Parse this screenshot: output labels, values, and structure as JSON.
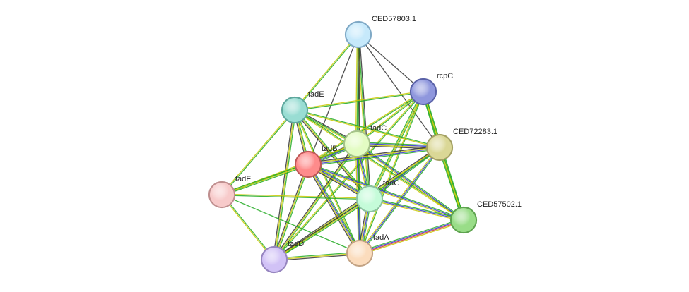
{
  "network": {
    "nodes": [
      {
        "id": "CED57803.1",
        "label": "CED57803.1",
        "fill": "#c6e9fb",
        "stroke": "#7fa9c6"
      },
      {
        "id": "rcpC",
        "label": "rcpC",
        "fill": "#8f97dd",
        "stroke": "#5a62a8"
      },
      {
        "id": "tadE",
        "label": "tadE",
        "fill": "#99ddd3",
        "stroke": "#5ea79d"
      },
      {
        "id": "tadC",
        "label": "tadC",
        "fill": "#e3fcc3",
        "stroke": "#a6c38a"
      },
      {
        "id": "CED72283.1",
        "label": "CED72283.1",
        "fill": "#dad796",
        "stroke": "#a3a063"
      },
      {
        "id": "tadB",
        "label": "tadB",
        "fill": "#fe8b8b",
        "stroke": "#c05757"
      },
      {
        "id": "tadF",
        "label": "tadF",
        "fill": "#f7caca",
        "stroke": "#bf8f8f"
      },
      {
        "id": "tadG",
        "label": "tadG",
        "fill": "#c5fbd9",
        "stroke": "#8cc2a0"
      },
      {
        "id": "CED57502.1",
        "label": "CED57502.1",
        "fill": "#99dd88",
        "stroke": "#5ea34f"
      },
      {
        "id": "tadD",
        "label": "tadD",
        "fill": "#d1c2f6",
        "stroke": "#9685bf"
      },
      {
        "id": "tadA",
        "label": "tadA",
        "fill": "#fbdcbd",
        "stroke": "#c3a384"
      }
    ],
    "edges": [
      {
        "from": "CED57803.1",
        "to": "tadE",
        "colors": [
          "#22aa22",
          "#c8c800"
        ]
      },
      {
        "from": "CED57803.1",
        "to": "tadC",
        "colors": [
          "#333333",
          "#22aa22",
          "#c8c800"
        ]
      },
      {
        "from": "CED57803.1",
        "to": "tadB",
        "colors": [
          "#333333"
        ]
      },
      {
        "from": "CED57803.1",
        "to": "tadG",
        "colors": [
          "#333333",
          "#22aa22",
          "#c8c800"
        ]
      },
      {
        "from": "CED57803.1",
        "to": "rcpC",
        "colors": [
          "#333333"
        ]
      },
      {
        "from": "CED57803.1",
        "to": "CED72283.1",
        "colors": [
          "#333333"
        ]
      },
      {
        "from": "CED57803.1",
        "to": "tadA",
        "colors": [
          "#333333",
          "#22aa22"
        ]
      },
      {
        "from": "rcpC",
        "to": "tadE",
        "colors": [
          "#22aa22",
          "#c8c800"
        ]
      },
      {
        "from": "rcpC",
        "to": "tadC",
        "colors": [
          "#22aa22",
          "#c8c800"
        ]
      },
      {
        "from": "rcpC",
        "to": "tadB",
        "colors": [
          "#22aa22",
          "#c8c800"
        ]
      },
      {
        "from": "rcpC",
        "to": "tadG",
        "colors": [
          "#22aa22",
          "#c8c800",
          "#22aa22"
        ]
      },
      {
        "from": "rcpC",
        "to": "CED72283.1",
        "colors": [
          "#22aa22",
          "#c8c800",
          "#22aa22"
        ]
      },
      {
        "from": "rcpC",
        "to": "CED57502.1",
        "colors": [
          "#22aa22",
          "#c8c800",
          "#22aa22"
        ]
      },
      {
        "from": "rcpC",
        "to": "tadD",
        "colors": [
          "#22aa22",
          "#c8c800"
        ]
      },
      {
        "from": "rcpC",
        "to": "tadA",
        "colors": [
          "#22aa22",
          "#c8c800"
        ]
      },
      {
        "from": "tadE",
        "to": "tadC",
        "colors": [
          "#333333",
          "#22aa22",
          "#c8c800"
        ]
      },
      {
        "from": "tadE",
        "to": "tadB",
        "colors": [
          "#22aa22",
          "#c8c800",
          "#333333"
        ]
      },
      {
        "from": "tadE",
        "to": "tadF",
        "colors": [
          "#22aa22",
          "#c8c800"
        ]
      },
      {
        "from": "tadE",
        "to": "tadG",
        "colors": [
          "#22aa22",
          "#c8c800",
          "#333333"
        ]
      },
      {
        "from": "tadE",
        "to": "tadD",
        "colors": [
          "#22aa22",
          "#c8c800",
          "#333333"
        ]
      },
      {
        "from": "tadE",
        "to": "tadA",
        "colors": [
          "#22aa22",
          "#c8c800"
        ]
      },
      {
        "from": "tadE",
        "to": "CED72283.1",
        "colors": [
          "#22aa22",
          "#c8c800"
        ]
      },
      {
        "from": "tadE",
        "to": "CED57502.1",
        "colors": [
          "#22aa22",
          "#c8c800"
        ]
      },
      {
        "from": "tadC",
        "to": "tadB",
        "colors": [
          "#22aa22",
          "#3333cc",
          "#c8c800",
          "#333333"
        ]
      },
      {
        "from": "tadC",
        "to": "CED72283.1",
        "colors": [
          "#22aa22",
          "#3333cc",
          "#c8c800",
          "#333333"
        ]
      },
      {
        "from": "tadC",
        "to": "tadG",
        "colors": [
          "#22aa22",
          "#3333cc",
          "#c8c800"
        ]
      },
      {
        "from": "tadC",
        "to": "tadA",
        "colors": [
          "#22aa22",
          "#3333cc",
          "#c8c800"
        ]
      },
      {
        "from": "tadC",
        "to": "tadD",
        "colors": [
          "#22aa22",
          "#c8c800",
          "#333333"
        ]
      },
      {
        "from": "tadC",
        "to": "CED57502.1",
        "colors": [
          "#22aa22",
          "#3333cc",
          "#c8c800"
        ]
      },
      {
        "from": "tadC",
        "to": "tadF",
        "colors": [
          "#22aa22",
          "#c8c800"
        ]
      },
      {
        "from": "CED72283.1",
        "to": "tadB",
        "colors": [
          "#22aa22",
          "#3333cc",
          "#c8c800",
          "#333333"
        ]
      },
      {
        "from": "CED72283.1",
        "to": "tadG",
        "colors": [
          "#22aa22",
          "#3333cc",
          "#c8c800"
        ]
      },
      {
        "from": "CED72283.1",
        "to": "tadA",
        "colors": [
          "#22aa22",
          "#3333cc",
          "#c8c800"
        ]
      },
      {
        "from": "CED72283.1",
        "to": "tadD",
        "colors": [
          "#22aa22",
          "#c8c800",
          "#333333"
        ]
      },
      {
        "from": "CED72283.1",
        "to": "CED57502.1",
        "colors": [
          "#22aa22",
          "#c8c800",
          "#22aa22"
        ]
      },
      {
        "from": "tadB",
        "to": "tadF",
        "colors": [
          "#22aa22",
          "#c8c800",
          "#22aa22"
        ]
      },
      {
        "from": "tadB",
        "to": "tadG",
        "colors": [
          "#22aa22",
          "#3333cc",
          "#c8c800",
          "#333333"
        ]
      },
      {
        "from": "tadB",
        "to": "tadA",
        "colors": [
          "#22aa22",
          "#3333cc",
          "#c8c800",
          "#333333"
        ]
      },
      {
        "from": "tadB",
        "to": "tadD",
        "colors": [
          "#22aa22",
          "#c8c800",
          "#333333"
        ]
      },
      {
        "from": "tadB",
        "to": "CED57502.1",
        "colors": [
          "#22aa22",
          "#3333cc",
          "#c8c800"
        ]
      },
      {
        "from": "tadF",
        "to": "tadG",
        "colors": [
          "#c8c800",
          "#22aa22"
        ]
      },
      {
        "from": "tadF",
        "to": "tadD",
        "colors": [
          "#22aa22",
          "#c8c800"
        ]
      },
      {
        "from": "tadF",
        "to": "tadA",
        "colors": [
          "#22aa22"
        ]
      },
      {
        "from": "tadG",
        "to": "tadA",
        "colors": [
          "#22aa22",
          "#3333cc",
          "#c8c800",
          "#333333"
        ]
      },
      {
        "from": "tadG",
        "to": "tadD",
        "colors": [
          "#22aa22",
          "#c8c800",
          "#333333"
        ]
      },
      {
        "from": "tadG",
        "to": "CED57502.1",
        "colors": [
          "#22aa22",
          "#3333cc",
          "#c8c800"
        ]
      },
      {
        "from": "tadD",
        "to": "tadA",
        "colors": [
          "#22aa22",
          "#c8c800",
          "#333333"
        ]
      },
      {
        "from": "tadA",
        "to": "CED57502.1",
        "colors": [
          "#22aa22",
          "#3333cc",
          "#cc3333",
          "#c8c800"
        ]
      }
    ]
  }
}
